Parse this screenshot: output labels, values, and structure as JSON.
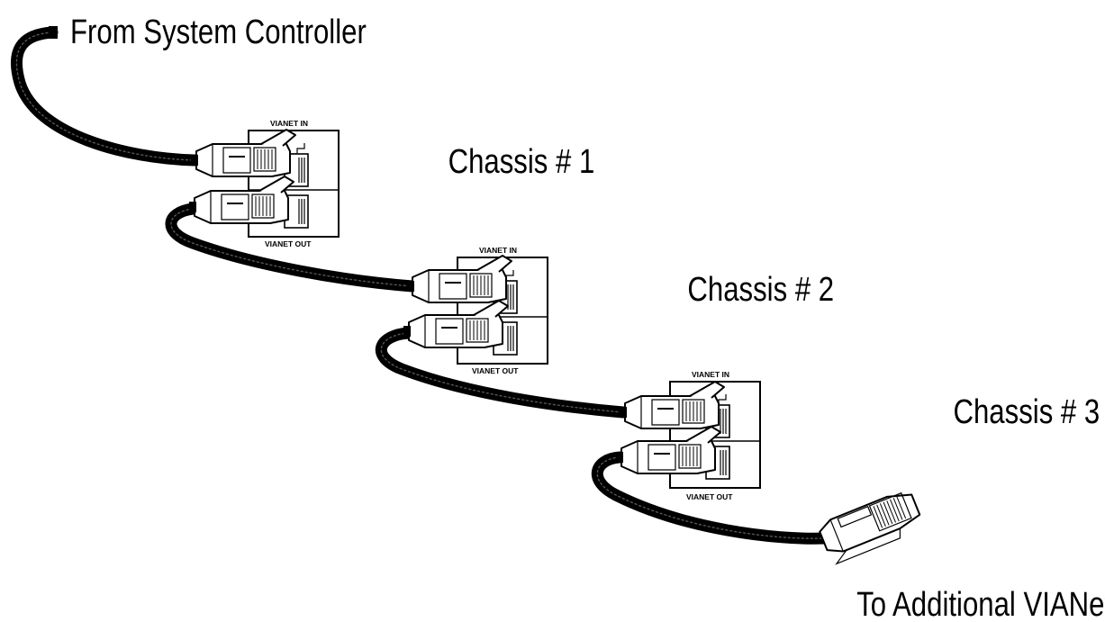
{
  "labels": {
    "from_controller": "From System Controller",
    "to_devices": "To Additional VIANet Devices"
  },
  "chassis": [
    {
      "name": "Chassis # 1",
      "port_in": "VIANET IN",
      "port_out": "VIANET OUT"
    },
    {
      "name": "Chassis # 2",
      "port_in": "VIANET IN",
      "port_out": "VIANET OUT"
    },
    {
      "name": "Chassis # 3",
      "port_in": "VIANET IN",
      "port_out": "VIANET OUT"
    }
  ],
  "colors": {
    "ink": "#000000",
    "paper": "#ffffff"
  }
}
